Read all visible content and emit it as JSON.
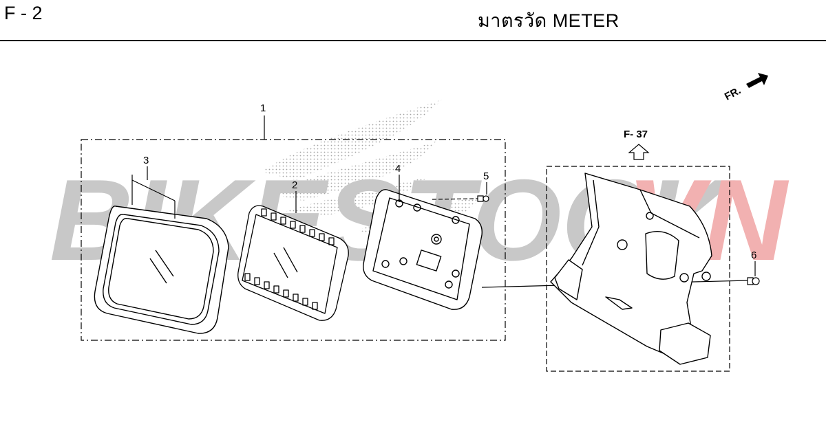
{
  "header": {
    "page_code": "F - 2",
    "title": "มาตรวัด  METER"
  },
  "watermark": {
    "text_left": "BIKESTOCK",
    "text_right": "VN",
    "color_left": "#c8c8c8",
    "color_right": "#f2b1b1"
  },
  "callouts": {
    "part_1": "1",
    "part_2": "2",
    "part_3": "3",
    "part_4": "4",
    "part_5": "5",
    "part_6": "6"
  },
  "refs": {
    "page_ref": "F- 37",
    "front_marker": "FR."
  }
}
